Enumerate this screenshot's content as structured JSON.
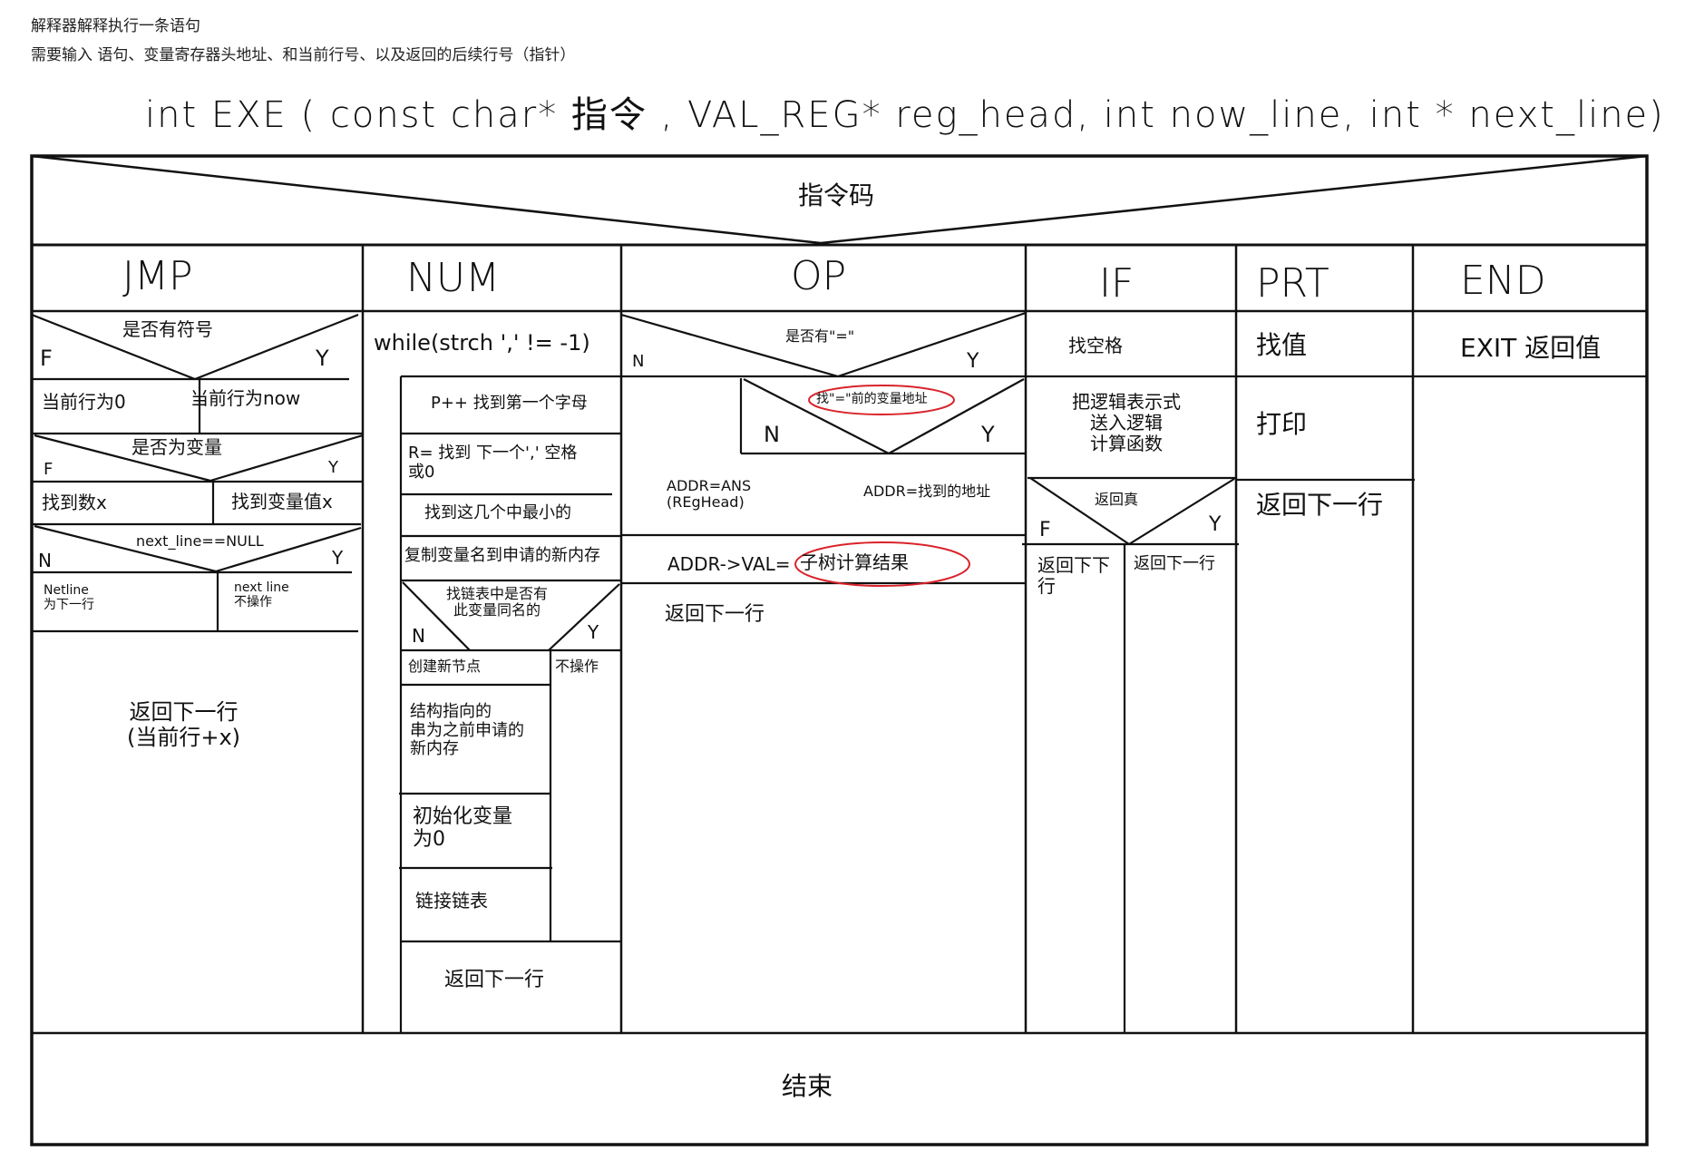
{
  "notes": {
    "line1": "解释器解释执行一条语句",
    "line2": "需要输入 语句、变量寄存器头地址、和当前行号、以及返回的后续行号（指针）"
  },
  "signature": "int  EXE ( const  char* 指令 , VAL_REG* reg_head,  int  now_line,  int * next_line)",
  "switch_label": "指令码",
  "colors": {
    "line": "#111111",
    "highlight": "#d9232a",
    "background": "#ffffff"
  },
  "columns": {
    "jmp": {
      "header": "JMP",
      "decision1": {
        "cond": "是否有符号",
        "false": "F",
        "true": "Y",
        "false_branch": "当前行为0",
        "true_branch": "当前行为now"
      },
      "decision2": {
        "cond": "是否为变量",
        "false": "F",
        "true": "Y",
        "false_branch": "找到数x",
        "true_branch": "找到变量值x"
      },
      "decision3": {
        "cond": "next_line==NULL",
        "false": "N",
        "true": "Y",
        "false_branch": "Netline\n为下一行",
        "true_branch": "next line\n不操作"
      },
      "result": "返回下一行\n(当前行+x)"
    },
    "num": {
      "header": "NUM",
      "loop": "while(strch ',' != -1)",
      "steps": [
        "P++ 找到第一个字母",
        "R= 找到 下一个',' 空格\n或0",
        "找到这几个中最小的",
        "复制变量名到申请的新内存"
      ],
      "decision": {
        "cond": "找链表中是否有\n此变量同名的",
        "false": "N",
        "true": "Y",
        "true_branch": "不操作"
      },
      "false_steps": [
        "创建新节点",
        "结构指向的\n串为之前申请的\n新内存",
        "初始化变量\n为0",
        "链接链表"
      ],
      "result": "返回下一行"
    },
    "op": {
      "header": "OP",
      "decision": {
        "cond": "是否有\"=\"",
        "false": "N",
        "true": "Y"
      },
      "nested_decision": {
        "cond": "找\"=\"前的变量地址",
        "false": "N",
        "true": "Y"
      },
      "false_branch": "ADDR=ANS\n(REgHead)",
      "true_branch": "ADDR=找到的地址",
      "assign_prefix": "ADDR->VAL=",
      "assign_value": "子树计算结果",
      "result": "返回下一行"
    },
    "if": {
      "header": "IF",
      "steps": [
        "找空格",
        "把逻辑表示式\n送入逻辑\n计算函数"
      ],
      "decision": {
        "cond": "返回真",
        "false": "F",
        "true": "Y",
        "false_branch": "返回下下\n行",
        "true_branch": "返回下一行"
      }
    },
    "prt": {
      "header": "PRT",
      "steps": [
        "找值",
        "打印",
        "返回下一行"
      ]
    },
    "end": {
      "header": "END",
      "steps": [
        "EXIT 返回值"
      ]
    }
  },
  "footer": "结束"
}
